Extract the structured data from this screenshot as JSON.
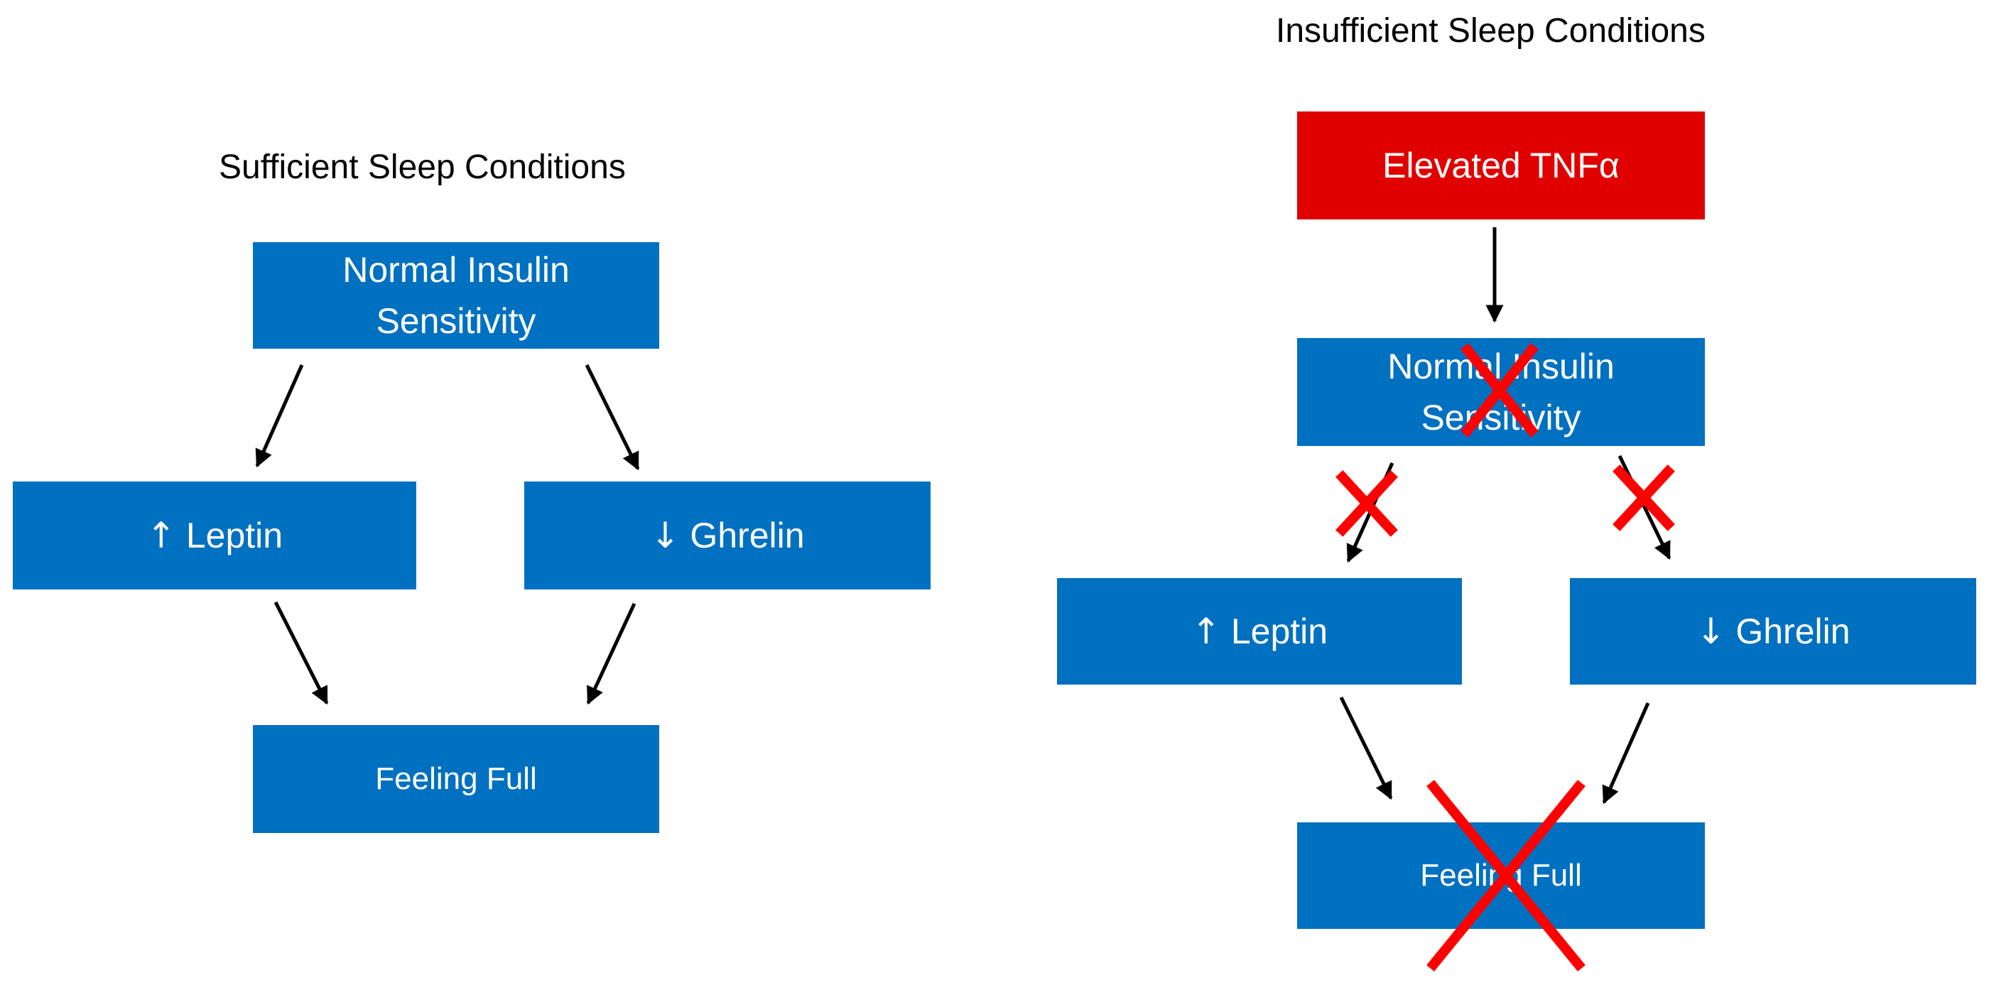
{
  "left_panel": {
    "title": "Sufficient Sleep Conditions",
    "nodes": {
      "insulin": "Normal Insulin Sensitivity",
      "leptin_arrow": "↑",
      "leptin": "Leptin",
      "ghrelin_arrow": "↓",
      "ghrelin": "Ghrelin",
      "full": "Feeling Full"
    }
  },
  "right_panel": {
    "title": "Insufficient Sleep Conditions",
    "nodes": {
      "tnf": "Elevated TNFα",
      "insulin": "Normal Insulin Sensitivity",
      "leptin_arrow": "↑",
      "leptin": "Leptin",
      "ghrelin_arrow": "↓",
      "ghrelin": "Ghrelin",
      "full": "Feeling Full"
    }
  },
  "colors": {
    "node_fill": "#0070c0",
    "alert_fill": "#e00000",
    "cross": "#ff0000",
    "arrow": "#000000",
    "text": "#ffffff"
  }
}
